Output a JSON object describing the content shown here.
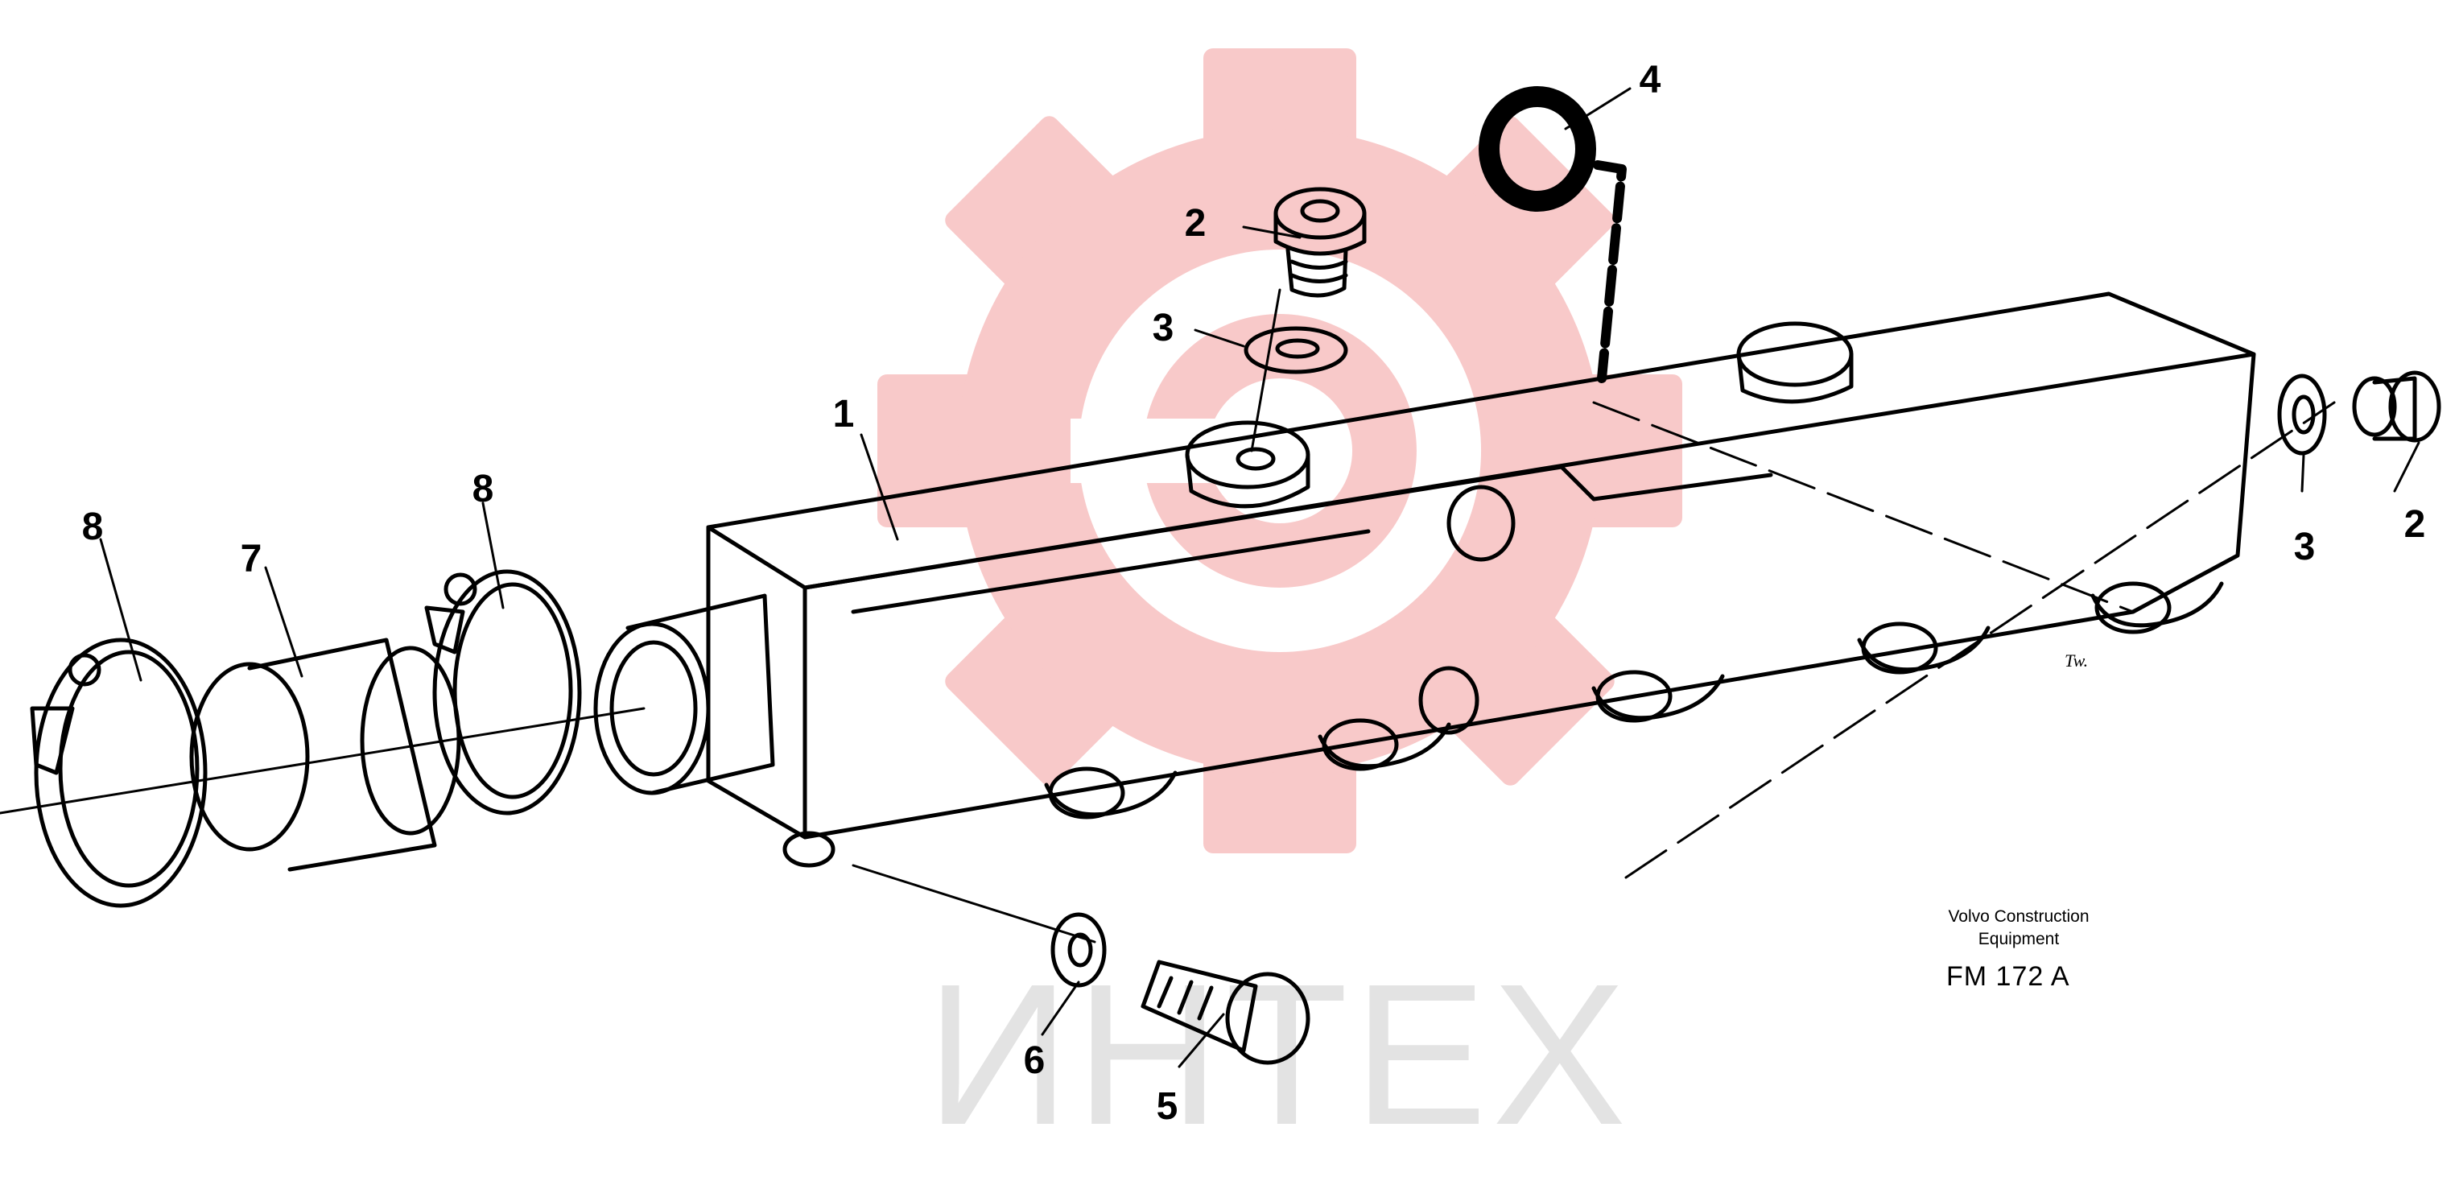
{
  "watermark": {
    "text": "ИНТЕХ",
    "gear_color": "#f8c9c9",
    "text_color": "#e3e3e3"
  },
  "callouts": {
    "part_1": "1",
    "part_2_top": "2",
    "part_2_right": "2",
    "part_3_top": "3",
    "part_3_right": "3",
    "part_4": "4",
    "part_5": "5",
    "part_6": "6",
    "part_7": "7",
    "part_8_left": "8",
    "part_8_mid": "8"
  },
  "caption": {
    "maker_line1": "Volvo Construction",
    "maker_line2": "Equipment",
    "code": "FM 172  A"
  },
  "drawing_initials": "Tw."
}
